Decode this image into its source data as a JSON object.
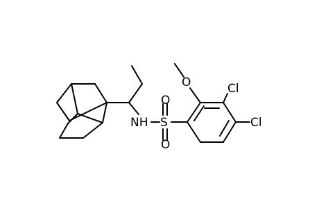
{
  "atoms": {
    "methoxy_o": "O",
    "cl_3": "Cl",
    "cl_4": "Cl",
    "amide_n": "NH",
    "sulfur": "S",
    "sulfonyl_o_top": "O",
    "sulfonyl_o_bottom": "O"
  }
}
